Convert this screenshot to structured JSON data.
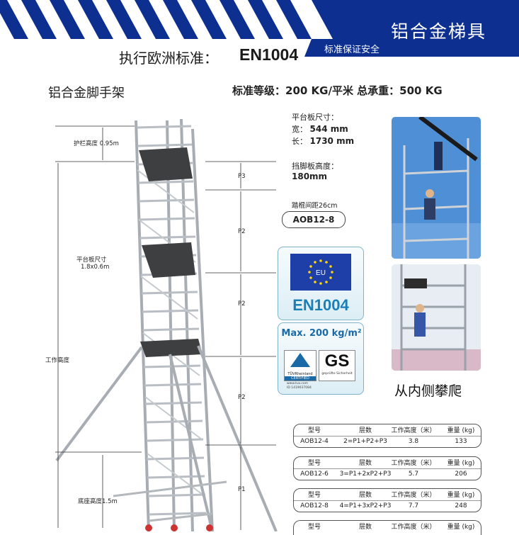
{
  "header": {
    "brand_title": "铝合金梯具",
    "brand_subtitle": "标准保证安全",
    "standard_prefix": "执行欧洲标准：",
    "standard_code": "EN1004"
  },
  "product": {
    "title": "铝合金脚手架",
    "rating": "标准等级：200 KG/平米   总承重：500 KG"
  },
  "platform_spec": {
    "label": "平台板尺寸：",
    "width_label": "宽：",
    "width_value": "544 mm",
    "length_label": "长：",
    "length_value": "1730 mm",
    "toeboard_label": "挡脚板高度：",
    "toeboard_value": "180mm",
    "rung_spacing": "踏棍间距26cm",
    "model": "AOB12-8"
  },
  "certs": {
    "eu_label": "EU",
    "en_code": "EN1004",
    "max_load": "Max. 200 kg/m²",
    "tuv_label": "TÜVRheinland",
    "tuv_certified": "CERTIFIED",
    "gs_label": "GS",
    "gs_sub": "geprüfte Sicherheit",
    "url": "www.tuv.com",
    "id": "ID 1419037084"
  },
  "climb_caption": "从内侧攀爬",
  "dimensions": {
    "guardrail": "护栏高度 0.95m",
    "platform_size_label": "平台板尺寸",
    "platform_size_value": "1.8x0.6m",
    "working_height": "工作高度",
    "base_height": "底座高度1.5m",
    "p3": "P3",
    "p2a": "P2",
    "p2b": "P2",
    "p2c": "P2",
    "p1": "P1"
  },
  "table": {
    "headers": [
      "型号",
      "层数",
      "工作高度（米）",
      "重量 (kg)"
    ],
    "rows": [
      [
        "AOB12-4",
        "2=P1+P2+P3",
        "3.8",
        "133"
      ],
      [
        "AOB12-6",
        "3=P1+2xP2+P3",
        "5.7",
        "206"
      ],
      [
        "AOB12-8",
        "4=P1+3xP2+P3",
        "7.7",
        "248"
      ]
    ]
  },
  "colors": {
    "brand_blue": "#0d2f8f",
    "stripe_blue": "#0d2f8f",
    "accent_cyan": "#1a7fb8"
  }
}
